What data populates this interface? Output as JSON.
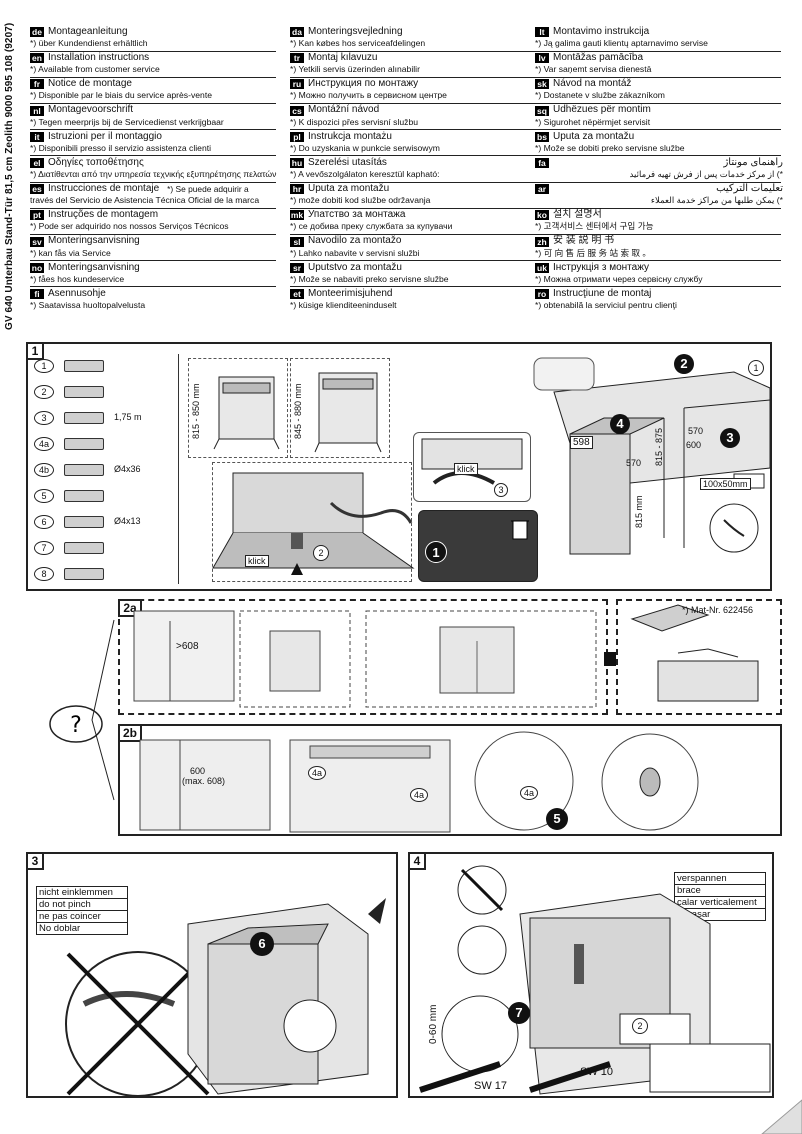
{
  "header": {
    "vertical_title": "GV 640 Unterbau Stand-Tür 81,5 cm Zeolith   9000 595 108 (9207)",
    "col1": [
      {
        "code": "de",
        "title": "Montageanleitung",
        "sub": "*) über Kundendienst erhältlich"
      },
      {
        "code": "en",
        "title": "Installation instructions",
        "sub": "*) Available from customer service"
      },
      {
        "code": "fr",
        "title": "Notice de montage",
        "sub": "*) Disponible par le biais du service après-vente"
      },
      {
        "code": "nl",
        "title": "Montagevoorschrift",
        "sub": "*) Tegen meerprijs bij de Servicedienst verkrijgbaar"
      },
      {
        "code": "it",
        "title": "Istruzioni per il montaggio",
        "sub": "*) Disponibili presso il servizio assistenza clienti"
      },
      {
        "code": "el",
        "title": "Οδηγίες τοποθέτησης",
        "sub": "*) Διατίθενται από την υπηρεσία τεχνικής εξυπηρέτησης πελατών"
      },
      {
        "code": "es",
        "title": "Instrucciones de montaje",
        "extra": "*) Se puede adquirir a",
        "sub": "través del Servicio de Asistencia Técnica Oficial de la marca"
      },
      {
        "code": "pt",
        "title": "Instruções de montagem",
        "sub": "*) Pode ser adquirido nos nossos Serviços Técnicos"
      },
      {
        "code": "sv",
        "title": "Monteringsanvisning",
        "sub": "*) kan fås via Service"
      },
      {
        "code": "no",
        "title": "Monteringsanvisning",
        "sub": "*) fåes hos kundeservice"
      },
      {
        "code": "fi",
        "title": "Asennusohje",
        "sub": "*) Saatavissa huoltopalvelusta"
      }
    ],
    "col2": [
      {
        "code": "da",
        "title": "Monteringsvejledning",
        "sub": "*) Kan købes hos serviceafdelingen"
      },
      {
        "code": "tr",
        "title": "Montaj kılavuzu",
        "sub": "*) Yetkili servis üzerinden alınabilir"
      },
      {
        "code": "ru",
        "title": "Инструкция по монтажу",
        "sub": "*) Можно получить в сервисном центре"
      },
      {
        "code": "cs",
        "title": "Montážní návod",
        "sub": "*) K dispozici přes servisní službu"
      },
      {
        "code": "pl",
        "title": "Instrukcja montażu",
        "sub": "*) Do uzyskania w punkcie serwisowym"
      },
      {
        "code": "hu",
        "title": "Szerelési utasítás",
        "sub": "*) A vevőszolgálaton keresztül kapható:"
      },
      {
        "code": "hr",
        "title": "Uputa za montažu",
        "sub": "*) može dobiti kod službe održavanja"
      },
      {
        "code": "mk",
        "title": "Упатство за монтажа",
        "sub": "*) се добива преку службата за купувачи"
      },
      {
        "code": "sl",
        "title": "Navodilo za montažo",
        "sub": "*) Lahko nabavite v servisni službi"
      },
      {
        "code": "sr",
        "title": "Uputstvo za montažu",
        "sub": "*) Može se nabaviti preko servisne službe"
      },
      {
        "code": "et",
        "title": "Monteerimisjuhend",
        "sub": "*) küsige klienditeeninduselt"
      }
    ],
    "col3": [
      {
        "code": "lt",
        "title": "Montavimo instrukcija",
        "sub": "*) Ją galima gauti klientų aptarnavimo servise"
      },
      {
        "code": "lv",
        "title": "Montāžas pamācība",
        "sub": "*) Var saņemt servisa dienestā"
      },
      {
        "code": "sk",
        "title": "Návod na montáž",
        "sub": "*) Dostanete v službe zákazníkom"
      },
      {
        "code": "sq",
        "title": "Udhëzues për montim",
        "sub": "*) Sigurohet nëpërmjet servisit"
      },
      {
        "code": "bs",
        "title": "Uputa za montažu",
        "sub": "*) Može se dobiti preko servisne službe"
      },
      {
        "code": "fa",
        "title": "راهنمای مونتاژ",
        "sub": "*) از مرکز خدمات پس از فرش تهیه فرمائید",
        "rtl": true
      },
      {
        "code": "ar",
        "title": "تعليمات التركيب",
        "sub": "*) يمكن طلبها من مراكز خدمة العملاء",
        "rtl": true
      },
      {
        "code": "ko",
        "title": "설치 설명서",
        "sub": "*) 고객서비스 센터에서 구입 가능"
      },
      {
        "code": "zh",
        "title": "安 装 説 明 书",
        "sub": "*) 可 向 售 后 服 务 站 索 取 。"
      },
      {
        "code": "uk",
        "title": "Інструкція з монтажу",
        "sub": "*) Можна отримати через сервісну службу"
      },
      {
        "code": "ro",
        "title": "Instrucţiune de montaj",
        "sub": "*) obtenabilă la serviciul pentru clienţi"
      }
    ]
  },
  "panel1": {
    "number": "1",
    "parts": [
      {
        "n": "1",
        "note": ""
      },
      {
        "n": "2",
        "note": ""
      },
      {
        "n": "3",
        "note": "1,75 m"
      },
      {
        "n": "4a",
        "note": ""
      },
      {
        "n": "4b",
        "note": "Ø4x36"
      },
      {
        "n": "5",
        "note": ""
      },
      {
        "n": "6",
        "note": "Ø4x13"
      },
      {
        "n": "7",
        "note": ""
      },
      {
        "n": "8",
        "note": ""
      }
    ],
    "dim1": "815 - 850 mm",
    "dim2": "845 - 880 mm",
    "klick1": "klick",
    "klick2": "klick",
    "dims_right": {
      "w598": "598",
      "h815": "815 mm",
      "r815_875": "815 - 875",
      "d570a": "570",
      "d570b": "570",
      "d600": "600",
      "opening": "100x50mm"
    }
  },
  "panel2a": {
    "number": "2a",
    "dim": ">608",
    "mat": "*) Mat-Nr. 622456"
  },
  "panel2b": {
    "number": "2b",
    "dim_a": "600",
    "dim_b": "(max. 608)",
    "tag": "4a"
  },
  "panel3": {
    "number": "3",
    "warnings": [
      "nicht einklemmen",
      "do not pinch",
      "ne pas coincer",
      "No doblar"
    ]
  },
  "panel4": {
    "number": "4",
    "labels": [
      "verspannen",
      "brace",
      "calar verticalement",
      "Enrasar"
    ],
    "range": "0-60 mm",
    "sw17": "SW 17",
    "sw10": "SW 10"
  }
}
